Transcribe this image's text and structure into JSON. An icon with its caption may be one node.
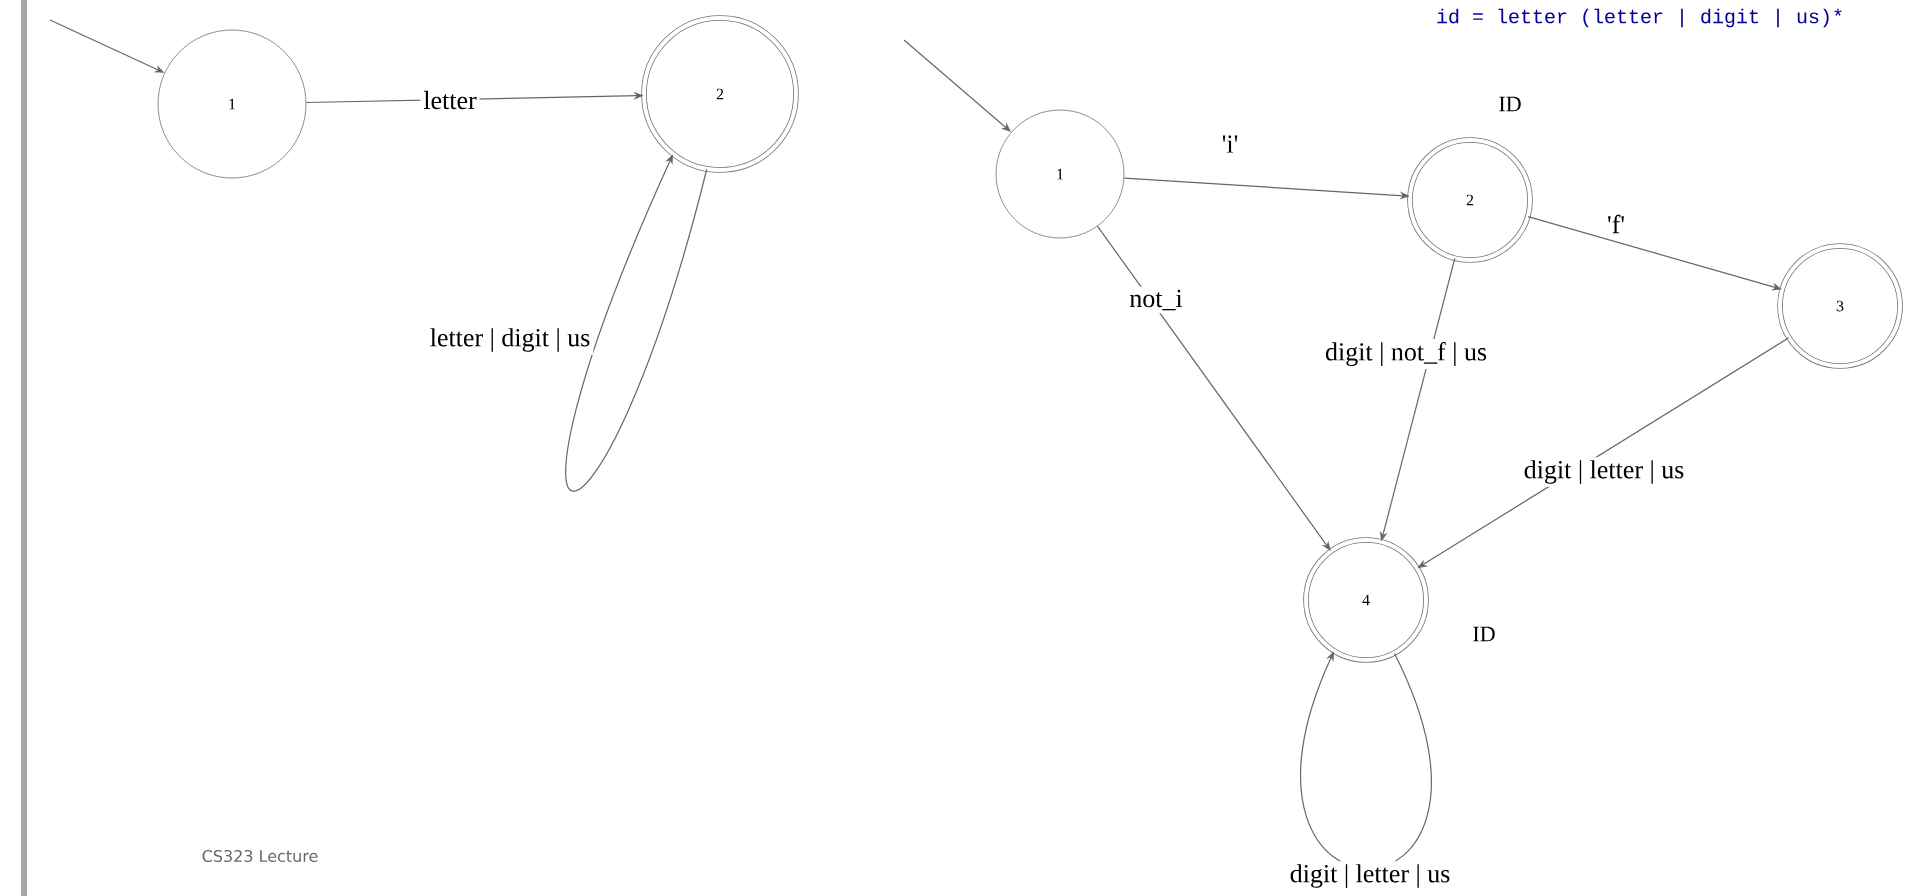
{
  "diagram": {
    "nodes": [
      {
        "text": [
          "1"
        ]
      },
      {
        "text": [
          "2"
        ]
      },
      {
        "text": [
          "1"
        ]
      },
      {
        "text": [
          "2"
        ],
        "beside": [
          "ID"
        ]
      },
      {
        "text": [
          "3"
        ]
      },
      {
        "text": [
          "4"
        ],
        "beside": [
          "ID"
        ]
      }
    ],
    "edges": [
      {
        "from": null,
        "to": 0,
        "arrow": "to"
      },
      {
        "from": 0,
        "to": 1,
        "arrow": "to",
        "label": "letter"
      },
      {
        "from": 1,
        "to": 1,
        "arrow": "to",
        "label": "letter | digit | us"
      },
      {
        "from": null,
        "to": 2,
        "arrow": "to"
      },
      {
        "from": 2,
        "to": 3,
        "arrow": "to",
        "label": "'i'"
      },
      {
        "from": 3,
        "to": 4,
        "arrow": "to",
        "label": "'f'"
      },
      {
        "from": 2,
        "to": 5,
        "arrow": "to",
        "label": "not_i"
      },
      {
        "from": 3,
        "to": 5,
        "arrow": "to",
        "label": "digit | not_f | us"
      },
      {
        "from": 4,
        "to": 5,
        "arrow": "to",
        "label": "digit | letter | us"
      },
      {
        "from": 5,
        "to": 5,
        "arrow": "to",
        "label": "digit | letter | us"
      }
    ],
    "labels": [
      "id = letter (letter | digit | us)*",
      "CS323 Lecture"
    ]
  }
}
